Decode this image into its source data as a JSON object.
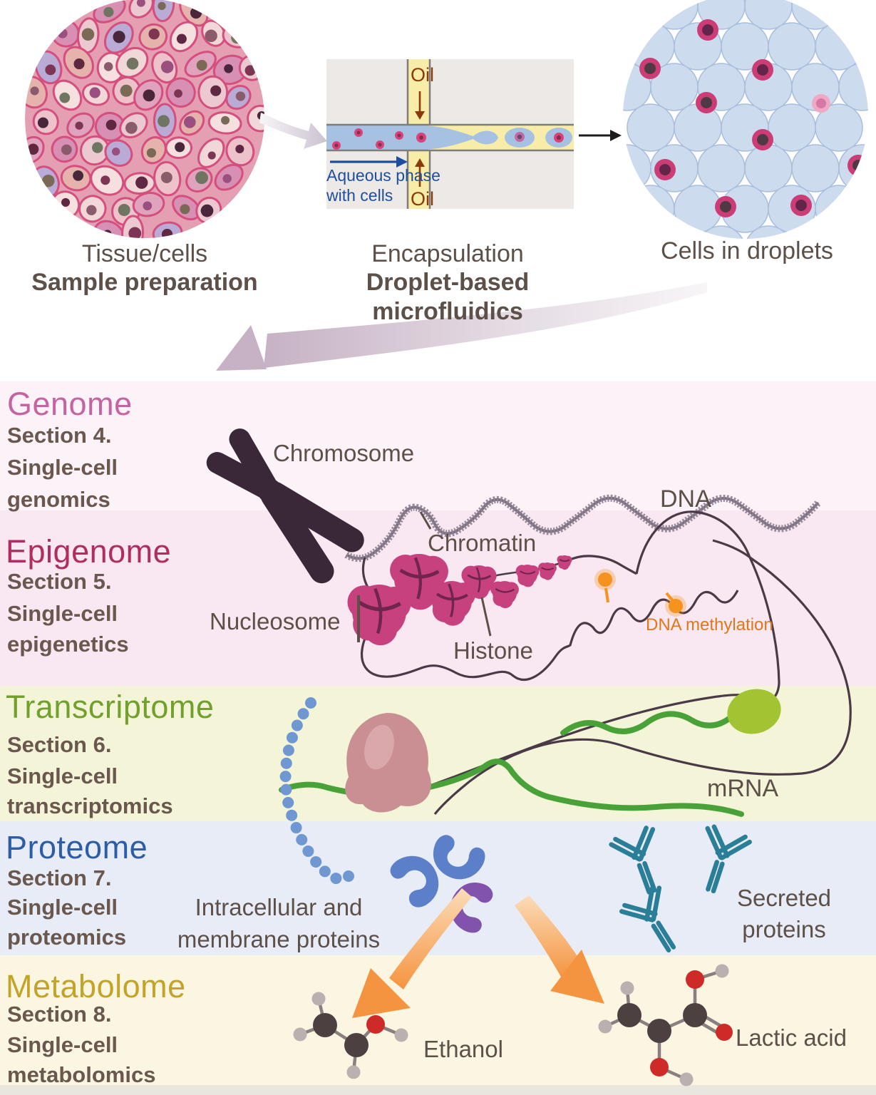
{
  "colors": {
    "genome_accent": "#c464a0",
    "epigenome_accent": "#b02d62",
    "transcriptome_accent": "#71a02c",
    "proteome_accent": "#2b5ea7",
    "metabolome_accent": "#c3a429",
    "section_text": "#6a574e",
    "label_text": "#5d5048",
    "methylation_orange": "#e0771c",
    "oil_brown": "#8b3a10",
    "aqueous_blue": "#1e4f9e"
  },
  "top": {
    "tissue_label": "Tissue/cells",
    "tissue_sublabel": "Sample preparation",
    "encapsulation_label": "Encapsulation",
    "encapsulation_sublabel": "Droplet-based microfluidics",
    "droplets_label": "Cells in droplets",
    "oil_top": "Oil",
    "oil_bottom": "Oil",
    "aqueous_line1": "Aqueous phase",
    "aqueous_line2": "with cells"
  },
  "genome": {
    "title": "Genome",
    "section_line1": "Section 4.",
    "section_line2": "Single-cell",
    "section_line3": "genomics",
    "chromosome_label": "Chromosome",
    "chromatin_label": "Chromatin",
    "dna_label": "DNA"
  },
  "epigenome": {
    "title": "Epigenome",
    "section_line1": "Section 5.",
    "section_line2": "Single-cell",
    "section_line3": "epigenetics",
    "nucleosome_label": "Nucleosome",
    "histone_label": "Histone",
    "methylation_label": "DNA methylation"
  },
  "transcriptome": {
    "title": "Transcriptome",
    "section_line1": "Section 6.",
    "section_line2": "Single-cell",
    "section_line3": "transcriptomics",
    "mrna_label": "mRNA"
  },
  "proteome": {
    "title": "Proteome",
    "section_line1": "Section 7.",
    "section_line2": "Single-cell",
    "section_line3": "proteomics",
    "intracellular_line1": "Intracellular and",
    "intracellular_line2": "membrane proteins",
    "secreted_line1": "Secreted",
    "secreted_line2": "proteins"
  },
  "metabolome": {
    "title": "Metabolome",
    "section_line1": "Section 8.",
    "section_line2": "Single-cell",
    "section_line3": "metabolomics",
    "ethanol_label": "Ethanol",
    "lactic_label": "Lactic acid"
  }
}
